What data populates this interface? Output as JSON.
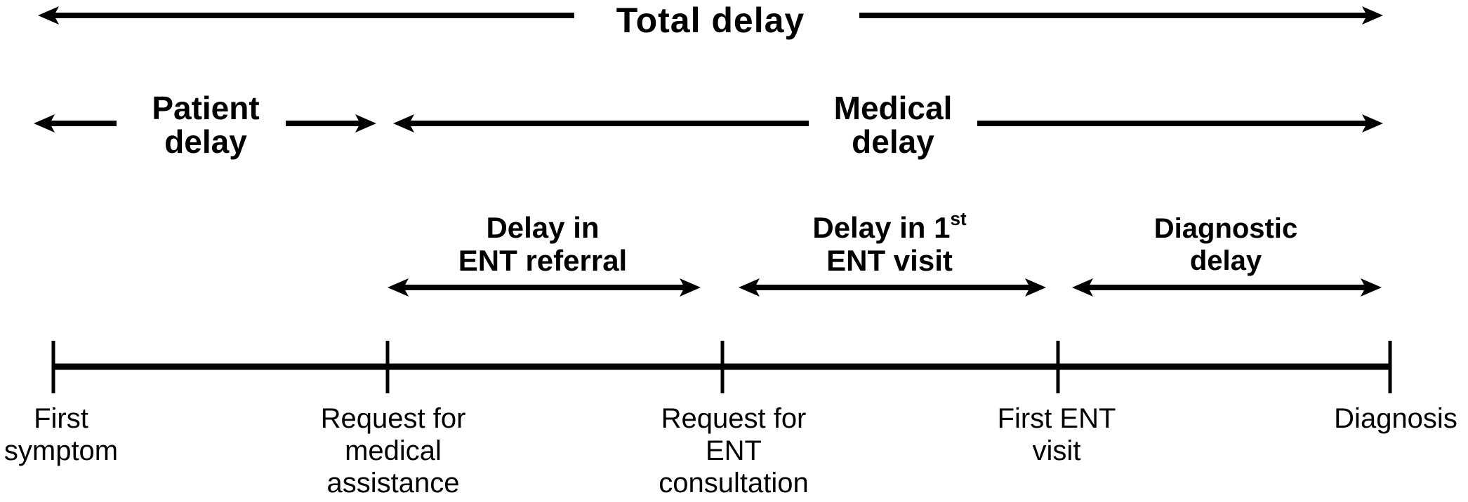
{
  "figure": {
    "background_color": "#ffffff",
    "ink_color": "#000000"
  },
  "spans": {
    "total_delay": {
      "label": "Total delay"
    },
    "patient_delay": {
      "line1": "Patient",
      "line2": "delay"
    },
    "medical_delay": {
      "line1": "Medical",
      "line2": "delay"
    },
    "ent_referral_delay": {
      "line1": "Delay in",
      "line2": "ENT referral"
    },
    "first_ent_visit_delay": {
      "line1_prefix": "Delay in 1",
      "line1_sup": "st",
      "line2": "ENT visit"
    },
    "diagnostic_delay": {
      "line1": "Diagnostic",
      "line2": "delay"
    }
  },
  "timeline": {
    "events": [
      {
        "lines": [
          "First",
          "symptom"
        ]
      },
      {
        "lines": [
          "Request for",
          "medical",
          "assistance"
        ]
      },
      {
        "lines": [
          "Request for",
          "ENT",
          "consultation"
        ]
      },
      {
        "lines": [
          "First ENT",
          "visit"
        ]
      },
      {
        "lines": [
          "Diagnosis"
        ]
      }
    ]
  }
}
